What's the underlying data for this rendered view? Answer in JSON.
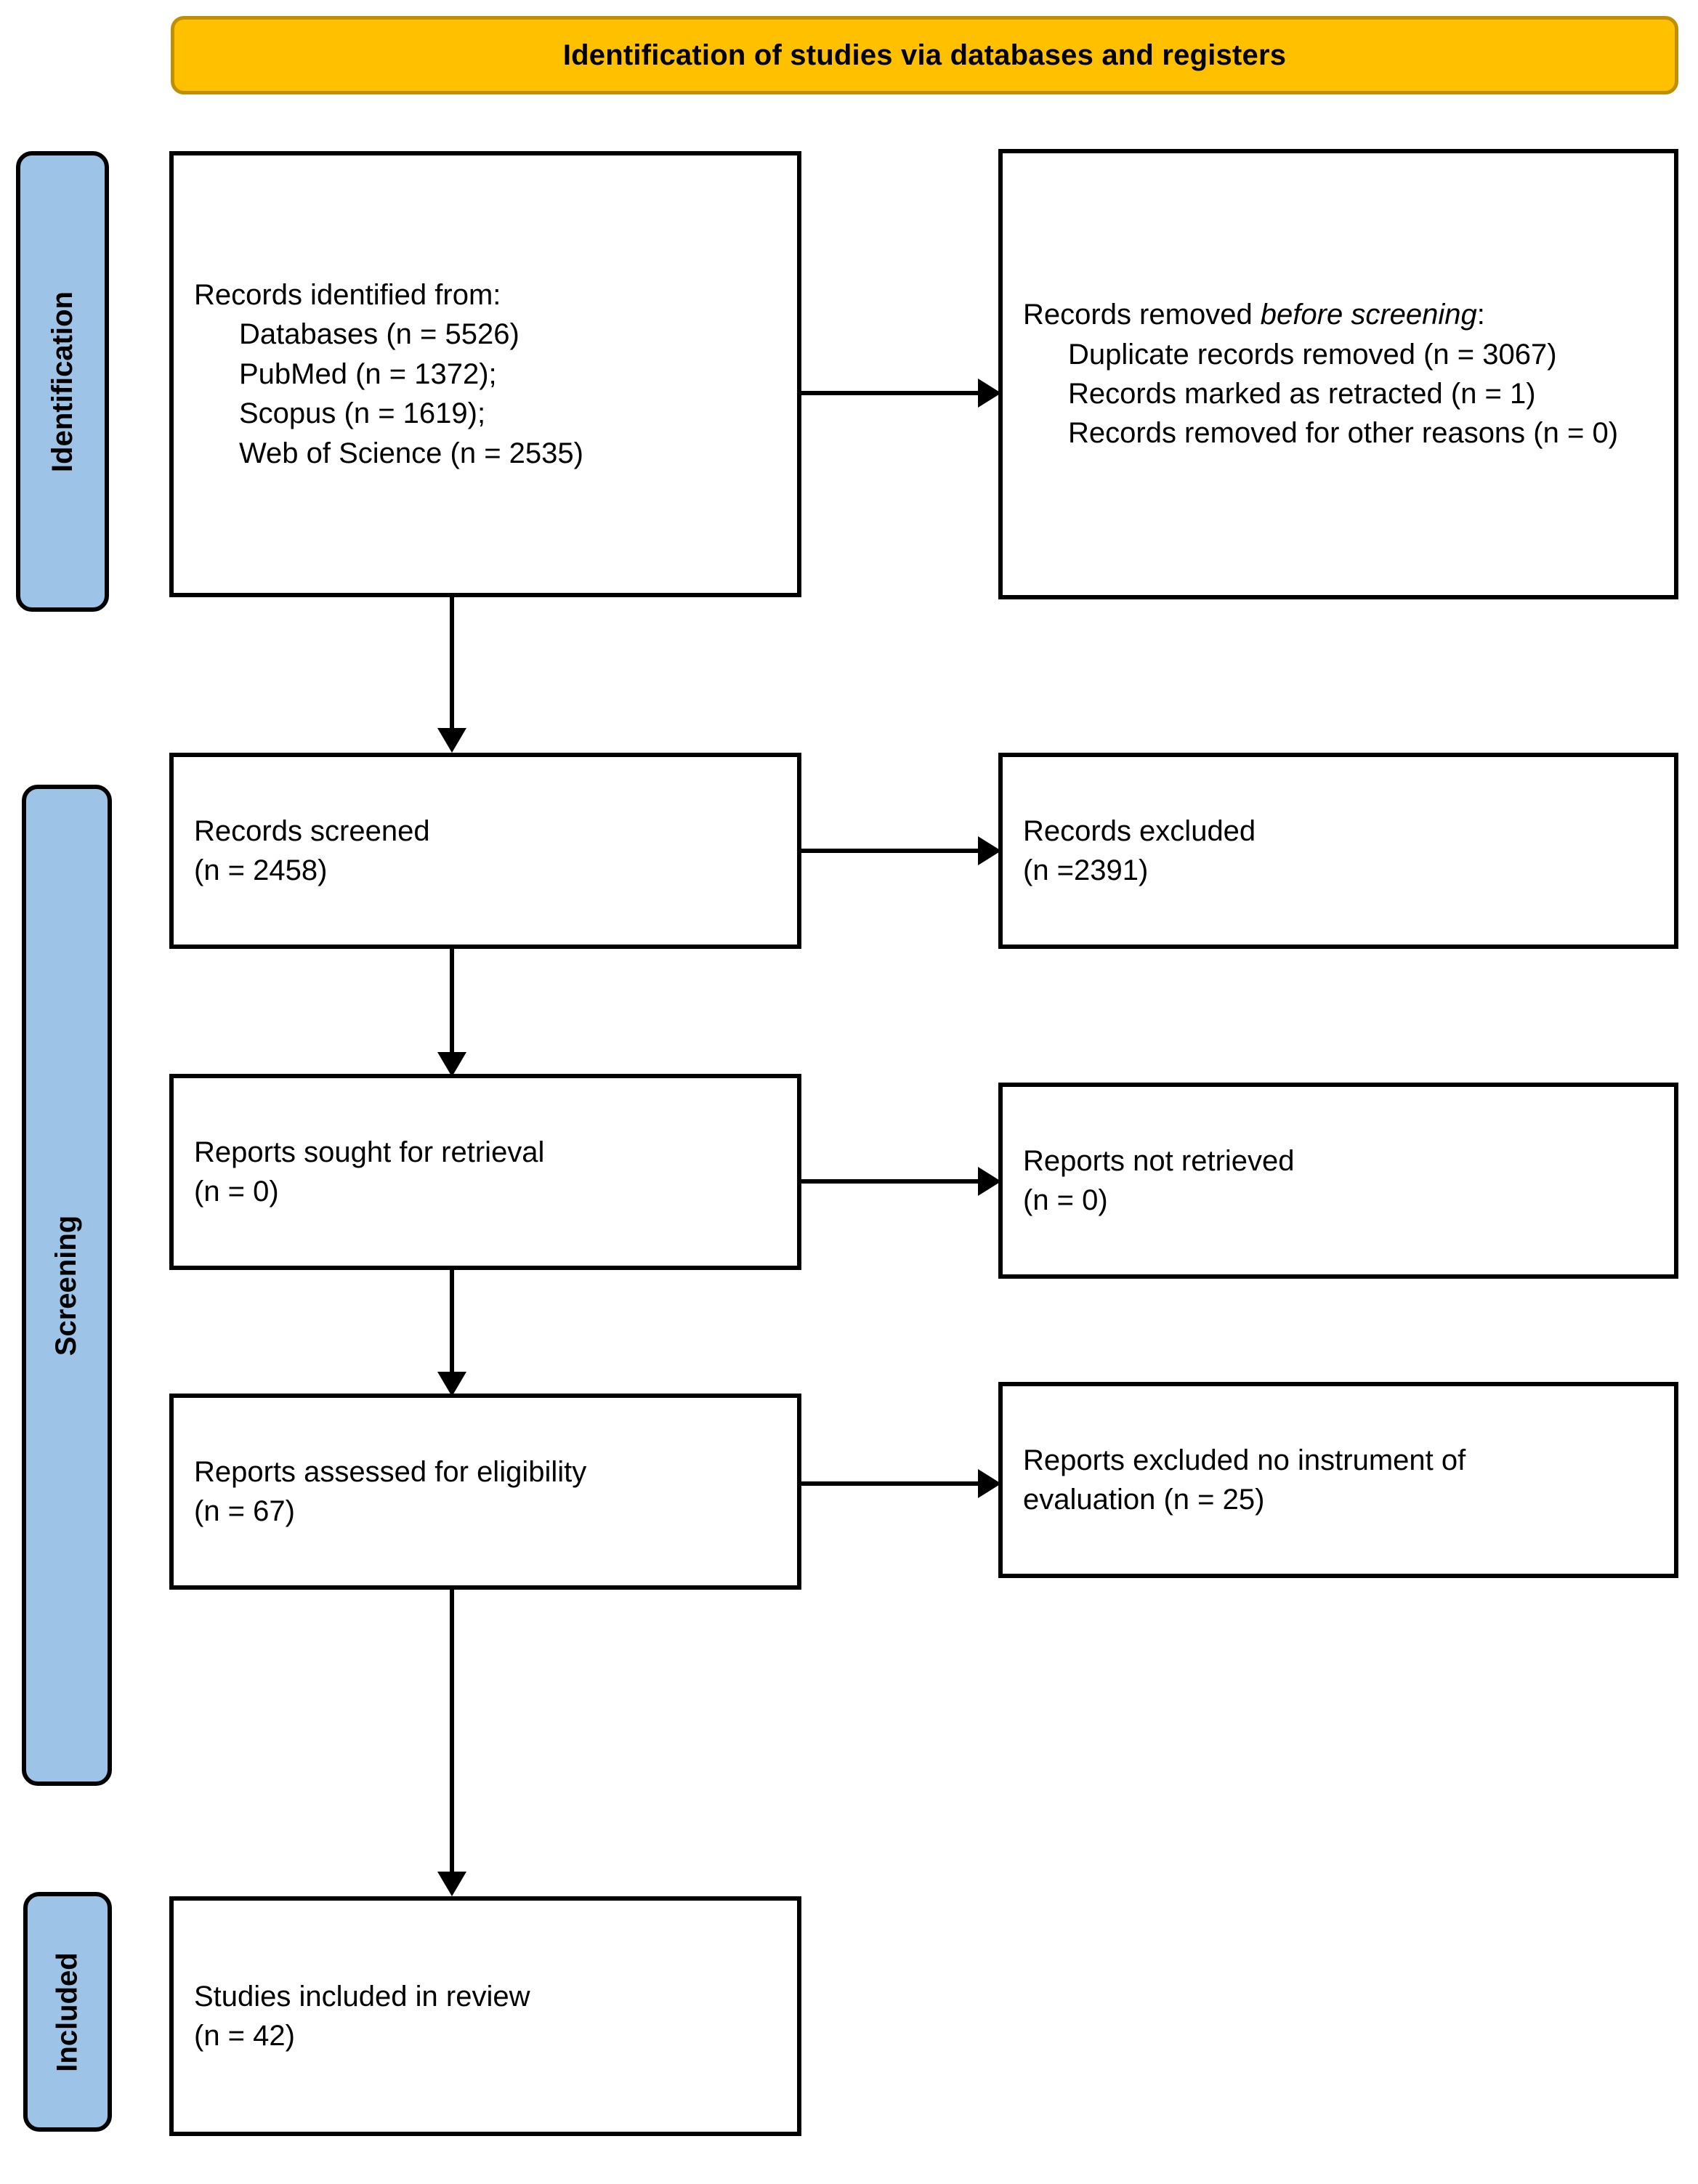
{
  "header": {
    "title": "Identification of studies via databases and registers",
    "bg_color": "#FFC000",
    "border_color": "#BF8F00"
  },
  "stages": {
    "identification": {
      "label": "Identification",
      "bg_color": "#9DC3E6"
    },
    "screening": {
      "label": "Screening",
      "bg_color": "#9DC3E6"
    },
    "included": {
      "label": "Included",
      "bg_color": "#9DC3E6"
    }
  },
  "boxes": {
    "identified": {
      "heading": "Records identified from:",
      "lines": [
        "Databases (n = 5526)",
        "PubMed (n = 1372);",
        "Scopus (n = 1619);",
        "Web of Science (n = 2535)"
      ]
    },
    "removed": {
      "heading_plain": "Records removed ",
      "heading_italic": "before screening",
      "heading_suffix": ":",
      "lines": [
        "Duplicate records removed (n = 3067)",
        "Records marked as retracted (n = 1)",
        "Records removed for other reasons (n = 0)"
      ]
    },
    "screened": {
      "line1": "Records screened",
      "line2": "(n = 2458)"
    },
    "excluded": {
      "line1": "Records excluded",
      "line2": "(n =2391)"
    },
    "sought": {
      "line1": "Reports sought for retrieval",
      "line2": "(n = 0)"
    },
    "not_retrieved": {
      "line1": "Reports not retrieved",
      "line2": "(n = 0)"
    },
    "assessed": {
      "line1": "Reports assessed for eligibility",
      "line2": "(n = 67)"
    },
    "excluded_no_instrument": {
      "line1": "Reports excluded no instrument of",
      "line2": "evaluation (n = 25)"
    },
    "included": {
      "line1": "Studies included in review",
      "line2": "(n = 42)"
    }
  },
  "connectors": {
    "identified_to_removed": "arrow-right",
    "identified_to_screened": "arrow-down",
    "screened_to_excluded": "arrow-right",
    "screened_to_sought": "arrow-down",
    "sought_to_not_retrieved": "arrow-right",
    "sought_to_assessed": "arrow-down",
    "assessed_to_excluded": "arrow-right",
    "assessed_to_included": "arrow-down"
  }
}
